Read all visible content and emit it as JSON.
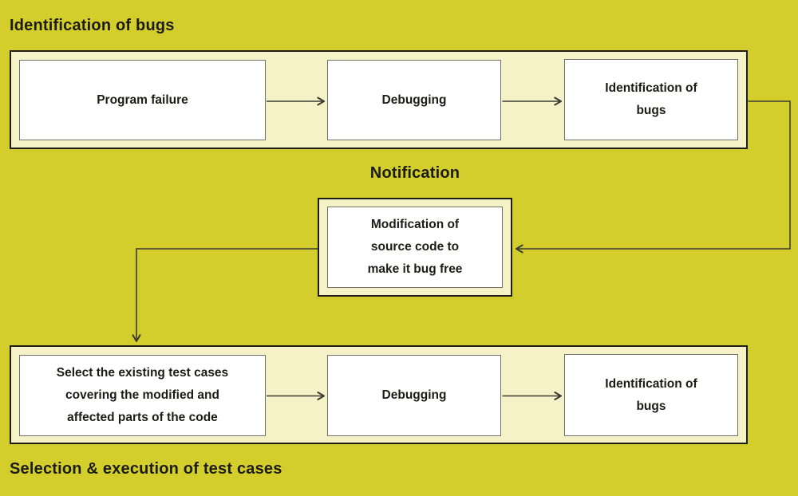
{
  "colors": {
    "background": "#d4ce2d",
    "panel_fill": "#f5f2c8",
    "panel_border": "#1e1e16",
    "node_fill": "#ffffff",
    "node_border": "#70706a",
    "text": "#1c1c16",
    "arrow": "#3c3c34"
  },
  "diagram": {
    "top_section": {
      "title": "Identification of bugs",
      "nodes": [
        {
          "id": "program-failure",
          "label": "Program failure"
        },
        {
          "id": "debugging-top",
          "label": "Debugging"
        },
        {
          "id": "identification-of-bugs-top",
          "label": "Identification of\nbugs"
        }
      ]
    },
    "middle_section": {
      "title": "Notification",
      "node": {
        "id": "modification-of-source-code",
        "label": "Modification of\nsource code to\nmake it bug free"
      }
    },
    "bottom_section": {
      "title": "Selection & execution of test cases",
      "nodes": [
        {
          "id": "select-test-cases",
          "label": "Select the existing test cases\ncovering the modified and\naffected parts of the code"
        },
        {
          "id": "debugging-bottom",
          "label": "Debugging"
        },
        {
          "id": "identification-of-bugs-bottom",
          "label": "Identification of\nbugs"
        }
      ]
    },
    "edges": [
      {
        "from": "program-failure",
        "to": "debugging-top"
      },
      {
        "from": "debugging-top",
        "to": "identification-of-bugs-top"
      },
      {
        "from": "identification-of-bugs-top",
        "to": "modification-of-source-code"
      },
      {
        "from": "modification-of-source-code",
        "to": "select-test-cases"
      },
      {
        "from": "select-test-cases",
        "to": "debugging-bottom"
      },
      {
        "from": "debugging-bottom",
        "to": "identification-of-bugs-bottom"
      }
    ]
  }
}
